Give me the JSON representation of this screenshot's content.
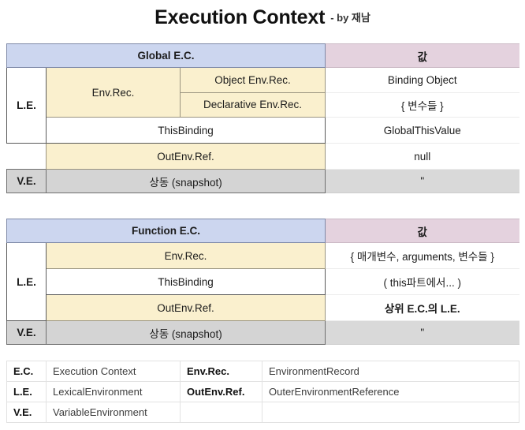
{
  "title": {
    "main": "Execution Context",
    "sub": "- by 재남"
  },
  "table_global": {
    "header_left": "Global E.C.",
    "header_right": "값",
    "le_label": "L.E.",
    "ve_label": "V.E.",
    "rows": {
      "envrec_label": "Env.Rec.",
      "object_envrec": "Object Env.Rec.",
      "declarative_envrec": "Declarative Env.Rec.",
      "thisbinding": "ThisBinding",
      "outenvref": "OutEnv.Ref.",
      "ve_body": "상동 (snapshot)"
    },
    "values": {
      "object_envrec": "Binding Object",
      "declarative_envrec": "{ 변수들 }",
      "thisbinding": "GlobalThisValue",
      "outenvref": "null",
      "ve": "ʺ"
    }
  },
  "table_function": {
    "header_left": "Function E.C.",
    "header_right": "값",
    "le_label": "L.E.",
    "ve_label": "V.E.",
    "rows": {
      "envrec": "Env.Rec.",
      "thisbinding": "ThisBinding",
      "outenvref": "OutEnv.Ref.",
      "ve_body": "상동 (snapshot)"
    },
    "values": {
      "envrec": "{ 매개변수, arguments, 변수들 }",
      "thisbinding": "( this파트에서... )",
      "outenvref": "상위 E.C.의 L.E.",
      "ve": "ʺ"
    }
  },
  "legend": {
    "rows": [
      {
        "abbr1": "E.C.",
        "full1": "Execution Context",
        "abbr2": "Env.Rec.",
        "full2": "EnvironmentRecord"
      },
      {
        "abbr1": "L.E.",
        "full1": "LexicalEnvironment",
        "abbr2": "OutEnv.Ref.",
        "full2": "OuterEnvironmentReference"
      },
      {
        "abbr1": "V.E.",
        "full1": "VariableEnvironment",
        "abbr2": "",
        "full2": ""
      }
    ]
  },
  "colors": {
    "header_blue": "#ccd6ef",
    "header_pink": "#e4d2de",
    "cell_cream": "#faf0ce",
    "cell_gray": "#d4d4d4"
  }
}
